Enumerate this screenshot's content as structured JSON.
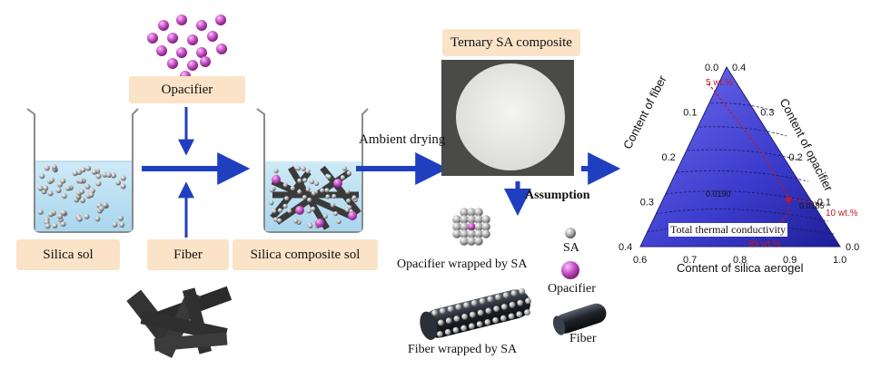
{
  "labels": {
    "opacifier_box": "Opacifier",
    "silica_sol": "Silica sol",
    "fiber_box": "Fiber",
    "silica_composite_sol": "Silica composite sol",
    "ambient_drying": "Ambient drying",
    "ternary_title": "Ternary SA composite",
    "assumption": "Assumption",
    "opacifier_wrapped": "Opacifier wrapped by SA",
    "sa_legend": "SA",
    "opacifier_legend": "Opacifier",
    "fiber_wrapped": "Fiber wrapped by SA",
    "fiber_legend": "Fiber"
  },
  "ternary": {
    "axis_fiber": "Content of fiber",
    "axis_opacifier": "Content of opacifier",
    "axis_silica": "Content of silica aerogel",
    "center_label": "Total thermal conductivity",
    "contour_1": "0.0190",
    "contour_2": "0.0185",
    "anno_5": "5 wt.%",
    "anno_10": "10 wt.%",
    "anno_85": "85 wt.%",
    "left_ticks": [
      "0.0",
      "0.1",
      "0.2",
      "0.3",
      "0.4"
    ],
    "right_ticks": [
      "0.4",
      "0.3",
      "0.2",
      "0.1",
      "0.0"
    ],
    "bottom_ticks": [
      "0.6",
      "0.7",
      "0.8",
      "0.9",
      "1.0"
    ]
  },
  "colors": {
    "label_bg": "#fbe3c8",
    "arrow": "#1f3fbf",
    "liquid": "#bfe3f3",
    "ternary_fill": "#4a4ad8",
    "ternary_dark": "#2424a0",
    "annotation": "#c0182a",
    "opacifier": "#c64fc6"
  }
}
